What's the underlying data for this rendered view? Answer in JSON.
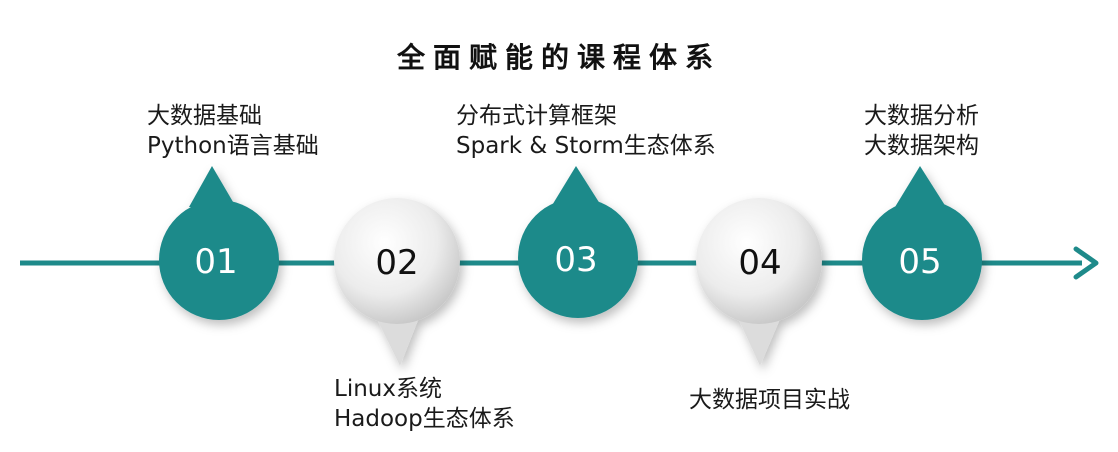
{
  "title": "全面赋能的课程体系",
  "colors": {
    "teal": "#1e8a8a",
    "line": "#1e8a8a",
    "gray_light": "#ffffff",
    "gray_dark": "#cfcfcf"
  },
  "steps": [
    {
      "number": "01",
      "style": "teal",
      "lines": [
        "大数据基础",
        "Python语言基础"
      ]
    },
    {
      "number": "02",
      "style": "gray",
      "lines": [
        "Linux系统",
        "Hadoop生态体系"
      ]
    },
    {
      "number": "03",
      "style": "teal",
      "lines": [
        "分布式计算框架",
        "Spark & Storm生态体系"
      ]
    },
    {
      "number": "04",
      "style": "gray",
      "lines": [
        "大数据项目实战"
      ]
    },
    {
      "number": "05",
      "style": "teal",
      "lines": [
        "大数据分析",
        "大数据架构"
      ]
    }
  ]
}
